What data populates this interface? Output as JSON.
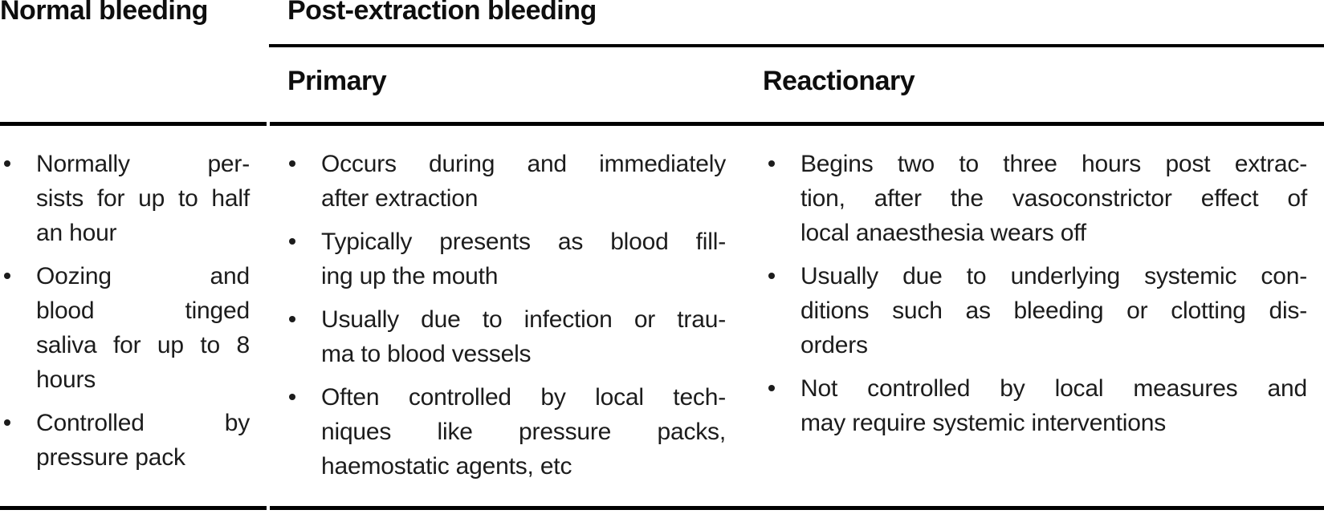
{
  "page": {
    "background": "#ffffff",
    "text_color": "#1c1c1c",
    "header_color": "#0e0e0e",
    "rule_color": "#000000"
  },
  "table": {
    "header": {
      "col1": "Normal bleeding",
      "group": "Post-extraction bleeding",
      "subcols": [
        "Primary",
        "Reactionary"
      ]
    },
    "columns": [
      {
        "id": "normal-bleeding",
        "items": [
          {
            "lines": [
              "Normally per-",
              "sists for up to half",
              "an hour"
            ]
          },
          {
            "lines": [
              "Oozing and",
              "blood tinged",
              "saliva for up to 8",
              "hours"
            ]
          },
          {
            "lines": [
              "Controlled by",
              "pressure pack"
            ]
          }
        ]
      },
      {
        "id": "primary",
        "items": [
          {
            "lines": [
              "Occurs during and immediately",
              "after extraction"
            ]
          },
          {
            "lines": [
              "Typically presents as blood fill-",
              "ing up the mouth"
            ]
          },
          {
            "lines": [
              "Usually due to infection or trau-",
              "ma to blood vessels"
            ]
          },
          {
            "lines": [
              "Often controlled by local tech-",
              "niques like pressure packs,",
              "haemostatic agents, etc"
            ]
          }
        ]
      },
      {
        "id": "reactionary",
        "items": [
          {
            "lines": [
              "Begins two to three hours post extrac-",
              "tion, after the vasoconstrictor effect of",
              "local anaesthesia wears off"
            ]
          },
          {
            "lines": [
              "Usually due to underlying systemic con-",
              "ditions such as bleeding or clotting dis-",
              "orders"
            ]
          },
          {
            "lines": [
              "Not controlled by local measures and",
              "may require systemic interventions"
            ]
          }
        ]
      }
    ]
  }
}
